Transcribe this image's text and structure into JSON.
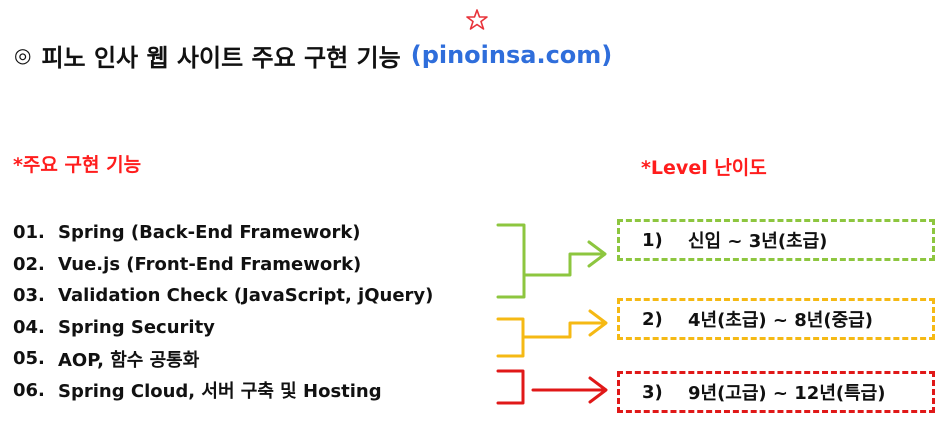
{
  "title": {
    "bullet": "◎",
    "main": "피노 인사 웹 사이트 주요 구현 기능",
    "site": "(pinoinsa.com)"
  },
  "features": {
    "label": "*주요 구현 기능",
    "items": [
      {
        "num": "01.",
        "text": "Spring (Back-End Framework)"
      },
      {
        "num": "02.",
        "text": "Vue.js (Front-End Framework)"
      },
      {
        "num": "03.",
        "text": "Validation Check (JavaScript, jQuery)"
      },
      {
        "num": "04.",
        "text": "Spring Security"
      },
      {
        "num": "05.",
        "text": "AOP, 함수 공통화"
      },
      {
        "num": "06.",
        "text": "Spring Cloud, 서버 구축 및 Hosting"
      }
    ]
  },
  "levels": {
    "label": "*Level 난이도",
    "items": [
      {
        "idx": "1)",
        "text": "신입 ~ 3년(초급)",
        "color": "#8dc63f"
      },
      {
        "idx": "2)",
        "text": "4년(초급) ~ 8년(중급)",
        "color": "#f5b914"
      },
      {
        "idx": "3)",
        "text": "9년(고급) ~ 12년(특급)",
        "color": "#e01818"
      }
    ]
  },
  "colors": {
    "star": "#e8333a",
    "site_link": "#2f6edb",
    "section_label": "#ff1d1d"
  },
  "icons": {
    "star": "star-icon",
    "bullet": "double-circle-bullet"
  }
}
